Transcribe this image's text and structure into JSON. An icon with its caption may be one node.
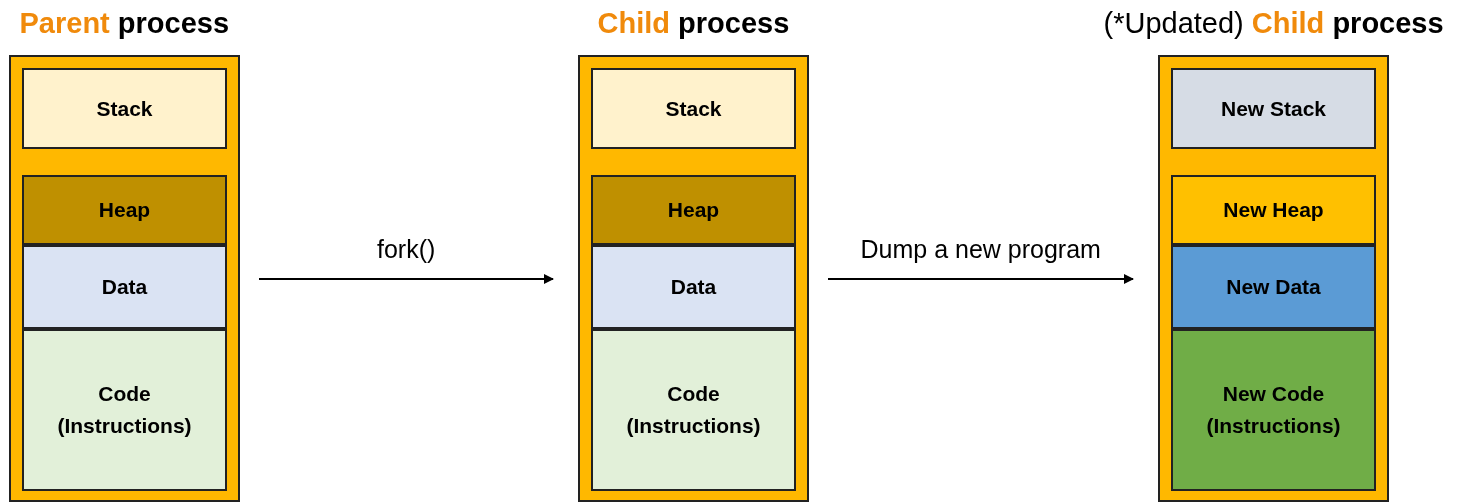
{
  "diagram": {
    "nodes": [
      {
        "text": [
          "**Parent** **process**"
        ]
      },
      {
        "text": [
          "Stack"
        ],
        "in": 0
      },
      {
        "text": [
          "Heap"
        ],
        "in": 0
      },
      {
        "text": [
          "Data"
        ],
        "in": 0
      },
      {
        "text": [
          "Code (Instructions)"
        ],
        "in": 0
      },
      {
        "text": [
          "**Child** **process**"
        ]
      },
      {
        "text": [
          "Stack"
        ],
        "in": 5
      },
      {
        "text": [
          "Heap"
        ],
        "in": 5
      },
      {
        "text": [
          "Data"
        ],
        "in": 5
      },
      {
        "text": [
          "Code (Instructions)"
        ],
        "in": 5
      },
      {
        "text": [
          "(*Updated) **Child** **process**"
        ]
      },
      {
        "text": [
          "New Stack"
        ],
        "in": 10
      },
      {
        "text": [
          "New Heap"
        ],
        "in": 10
      },
      {
        "text": [
          "New Data"
        ],
        "in": 10
      },
      {
        "text": [
          "New Code (Instructions)"
        ],
        "in": 10
      }
    ],
    "edges": [
      {
        "from": 0,
        "to": 5,
        "arrow": "to",
        "label": "fork()"
      },
      {
        "from": 5,
        "to": 10,
        "arrow": "to",
        "label": "Dump a new program"
      }
    ]
  }
}
